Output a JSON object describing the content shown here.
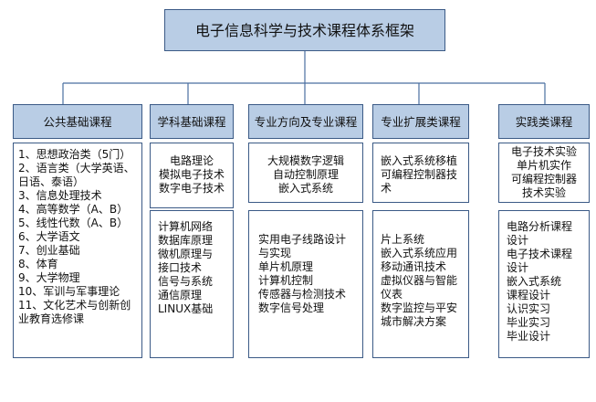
{
  "root": {
    "title": "电子信息科学与技术课程体系框架"
  },
  "categories": [
    {
      "head": "公共基础课程",
      "groups": [
        [
          "1、思想政治类（5门）",
          "2、语言类（大学英语、日语、泰语）",
          "3、信息处理技术",
          "4、高等数学（A、B）",
          "5、线性代数（A、B）",
          "6、大学语文",
          "7、创业基础",
          "8、体育",
          "9、大学物理",
          "10、军训与军事理论",
          "11、文化艺术与创新创业教育选修课"
        ]
      ]
    },
    {
      "head": "学科基础课程",
      "groups": [
        [
          "电路理论",
          "模拟电子技术",
          "数字电子技术"
        ],
        [
          "计算机网络",
          "数据库原理",
          "微机原理与接口技术",
          "信号与系统",
          "通信原理",
          "LINUX基础"
        ]
      ]
    },
    {
      "head": "专业方向及专业课程",
      "groups": [
        [
          "大规模数字逻辑",
          "自动控制原理",
          "嵌入式系统"
        ],
        [
          "实用电子线路设计与实现",
          "单片机原理",
          "计算机控制",
          "传感器与检测技术",
          "数字信号处理"
        ]
      ]
    },
    {
      "head": "专业扩展类课程",
      "groups": [
        [
          "嵌入式系统移植",
          "可编程控制器技术"
        ],
        [
          "片上系统",
          "嵌入式系统应用",
          "移动通讯技术",
          "虚拟仪器与智能仪表",
          "数字监控与平安城市解决方案"
        ]
      ]
    },
    {
      "head": "实践类课程",
      "groups": [
        [
          "电子技术实验",
          "单片机实作",
          "可编程控制器",
          "技术实验"
        ],
        [
          "电路分析课程设计",
          "电子技术课程设计",
          "嵌入式系统课程设计",
          "认识实习",
          "毕业实习",
          "毕业设计"
        ]
      ]
    }
  ]
}
